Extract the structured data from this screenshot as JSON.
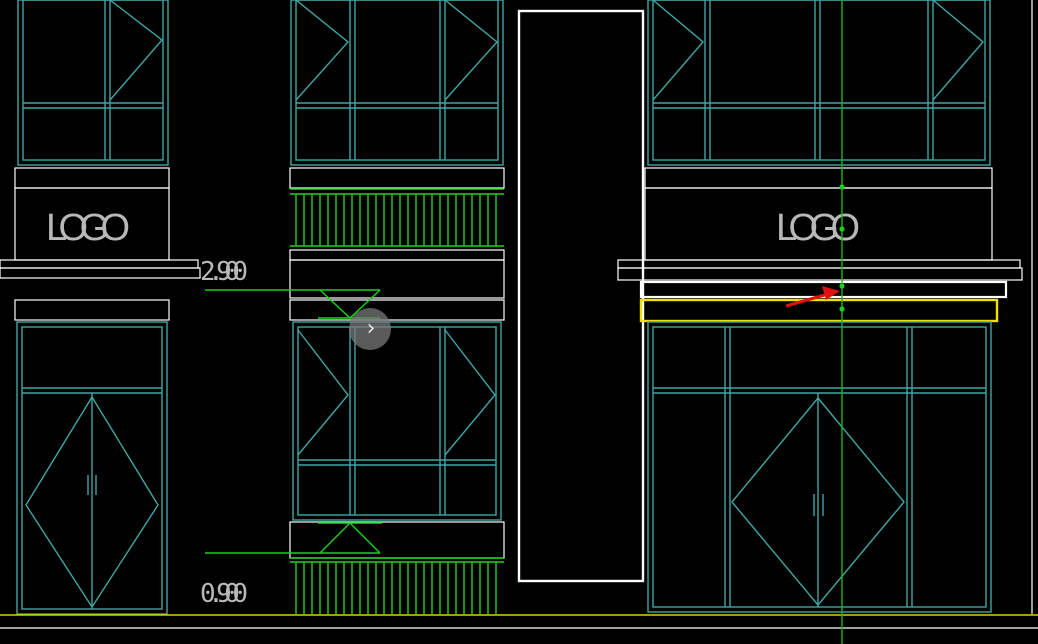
{
  "drawing": {
    "logo_left": "LOGO",
    "logo_right": "LOGO",
    "elevation_upper": "2.900",
    "elevation_lower": "0.900",
    "door_handle_left": "||",
    "door_handle_right": "||"
  },
  "overlay": {
    "next_button_glyph": "›"
  },
  "colors": {
    "window_frame": "#3fa6a6",
    "outline": "#ffffff",
    "dimension": "#14d414",
    "railing": "#1ed21e",
    "selection": "#f0e000",
    "crosshair": "#18b818",
    "arrow": "#e01010",
    "ground": "#d4d400"
  }
}
